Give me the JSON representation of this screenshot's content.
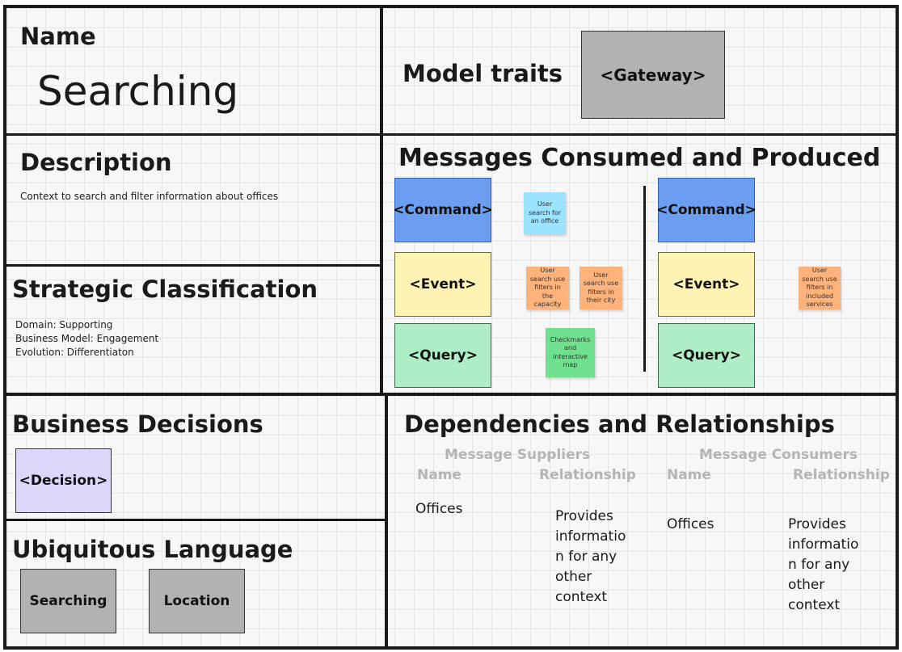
{
  "name": {
    "heading": "Name",
    "value": "Searching"
  },
  "model_traits": {
    "heading": "Model traits",
    "box": "<Gateway>"
  },
  "description": {
    "heading": "Description",
    "text": "Context to search and filter information about offices"
  },
  "strategic": {
    "heading": "Strategic Classification",
    "lines": [
      "Domain: Supporting",
      "Business Model: Engagement",
      "Evolution: Differentiaton"
    ]
  },
  "messages": {
    "heading": "Messages Consumed and Produced",
    "consumed": {
      "command": "<Command>",
      "event": "<Event>",
      "query": "<Query>"
    },
    "produced": {
      "command": "<Command>",
      "event": "<Event>",
      "query": "<Query>"
    },
    "stickies": {
      "cmd_in": "User search for an office",
      "evt_in_1": "User search use filters in the capacity",
      "evt_in_2": "User search use filters in their city",
      "qry_in": "Checkmarks and interactive map",
      "evt_out": "User search use filters in included services"
    }
  },
  "business_decisions": {
    "heading": "Business Decisions",
    "box": "<Decision>"
  },
  "ubiquitous": {
    "heading": "Ubiquitous Language",
    "terms": [
      "Searching",
      "Location"
    ]
  },
  "dependencies": {
    "heading": "Dependencies and Relationships",
    "suppliers": {
      "heading": "Message Suppliers",
      "col_name": "Name",
      "col_relationship": "Relationship",
      "name": "Offices",
      "relationship": [
        "Provides",
        "informatio",
        "n for any",
        "other",
        "context"
      ]
    },
    "consumers": {
      "heading": "Message Consumers",
      "col_name": "Name",
      "col_relationship": "Relationship",
      "name": "Offices",
      "relationship": [
        "Provides",
        "informatio",
        "n for any",
        "other",
        "context"
      ]
    }
  }
}
